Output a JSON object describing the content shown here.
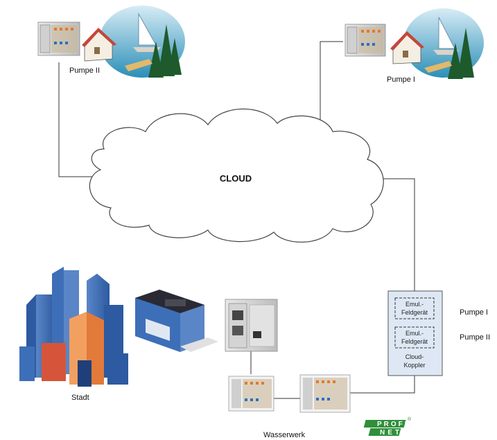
{
  "cloud": {
    "label": "CLOUD"
  },
  "sites": {
    "pump2": {
      "label": "Pumpe II"
    },
    "pump1": {
      "label": "Pumpe I"
    },
    "city": {
      "label": "Stadt"
    },
    "waterworks": {
      "label": "Wasserwerk"
    }
  },
  "cloud_coupler": {
    "slot1_line1": "Emul.-",
    "slot1_line2": "Feldgerät",
    "slot2_line1": "Emul.-",
    "slot2_line2": "Feldgerät",
    "title_line1": "Cloud-",
    "title_line2": "Koppler",
    "side_label1": "Pumpe I",
    "side_label2": "Pumpe II"
  },
  "profinet_logo": {
    "line1": "PROFI",
    "line2": "NET",
    "mark": "®"
  },
  "colors": {
    "cloud_fill": "#ffffff",
    "cloud_stroke": "#444444",
    "coupler_fill": "#dde8f4",
    "profinet_green": "#2f8f3a",
    "building_blue": "#3d6fb8",
    "building_orange": "#e27a3a"
  }
}
